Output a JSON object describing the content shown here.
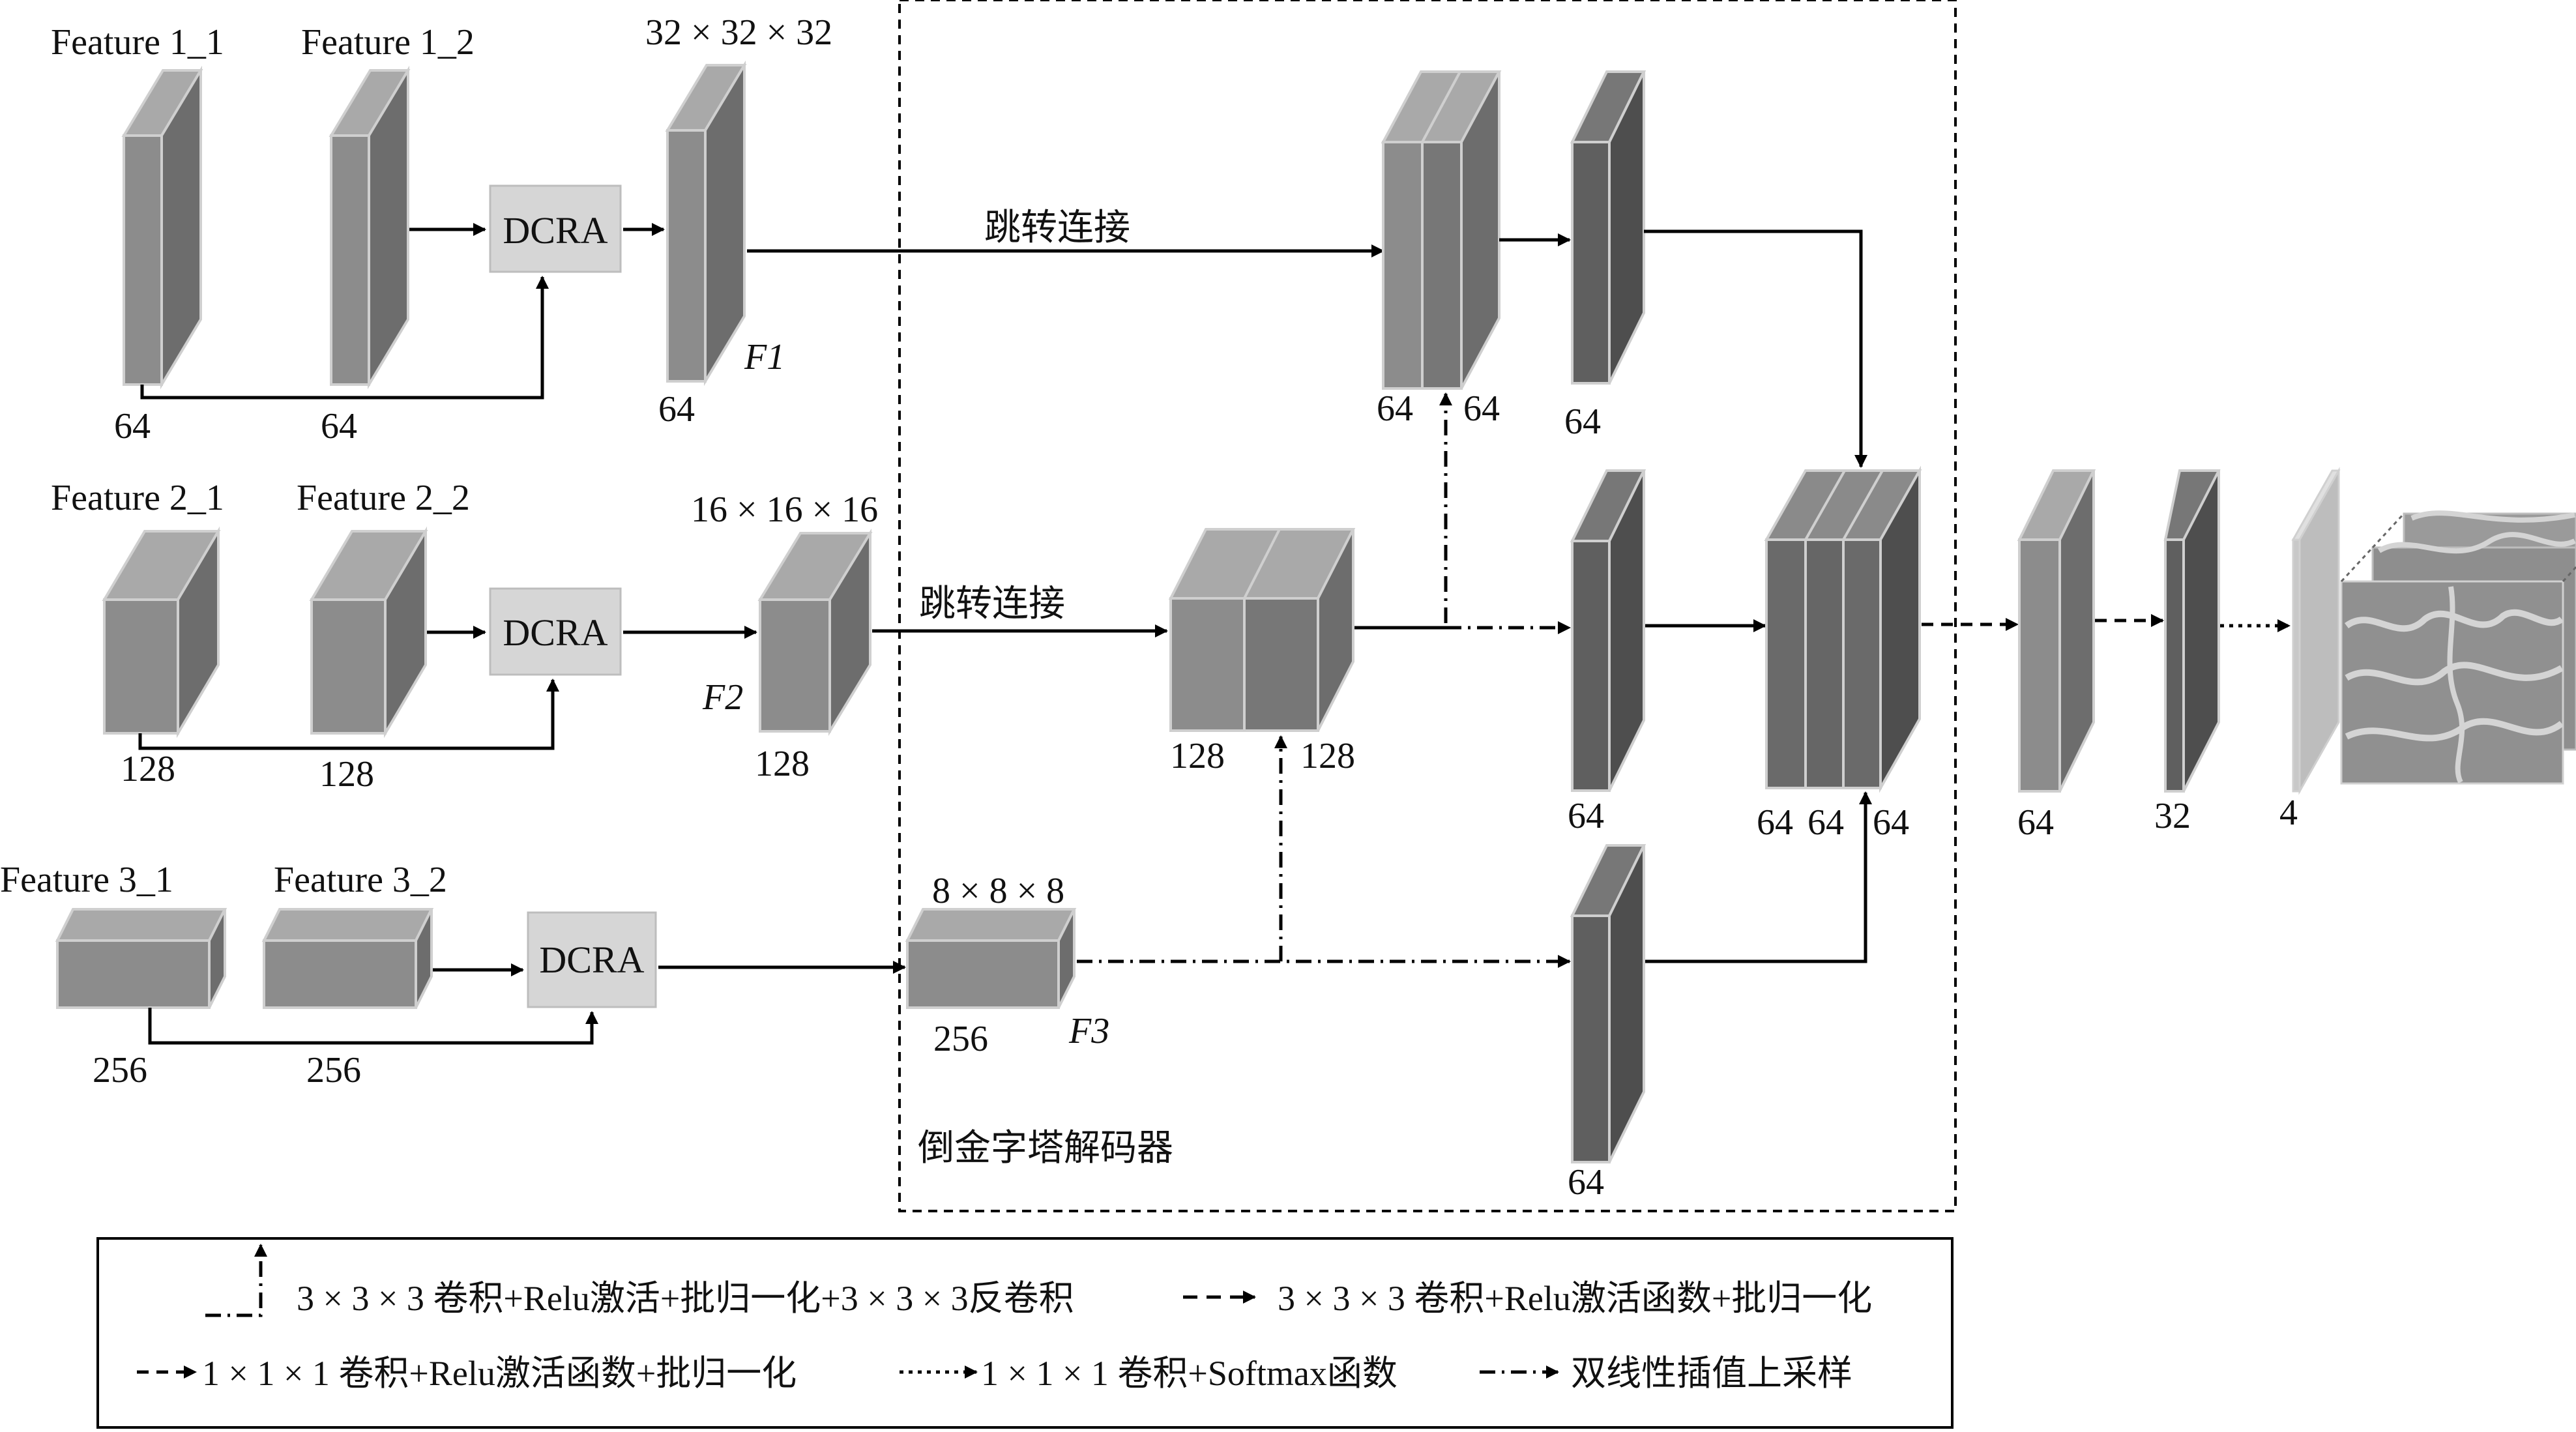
{
  "features": {
    "f1_1": "Feature 1_1",
    "f1_2": "Feature 1_2",
    "f2_1": "Feature 2_1",
    "f2_2": "Feature 2_2",
    "f3_1": "Feature 3_1",
    "f3_2": "Feature 3_2"
  },
  "dcra_label": "DCRA",
  "sizes": {
    "s1": "32 × 32 × 32",
    "s2": "16 × 16 × 16",
    "s3": "8 × 8 × 8"
  },
  "f_labels": {
    "f1": "F1",
    "f2": "F2",
    "f3": "F3"
  },
  "channels": {
    "c64": "64",
    "c128": "128",
    "c256": "256",
    "c32": "32",
    "c4": "4"
  },
  "skip_connection": "跳转连接",
  "decoder_title": "倒金字塔解码器",
  "legend": {
    "item1": "3 × 3 × 3 卷积+Relu激活+批归一化+3 × 3 × 3反卷积",
    "item2": "3 × 3 × 3 卷积+Relu激活函数+批归一化",
    "item3": "1 × 1 × 1 卷积+Relu激活函数+批归一化",
    "item4": "1 × 1 × 1 卷积+Softmax函数",
    "item5": "双线性插值上采样"
  },
  "colors": {
    "block_light": "#8c8c8c",
    "block_mid": "#777777",
    "block_dark": "#5f5f5f",
    "dcra_fill": "#d6d6d6",
    "output_fill": "#c8c8c8"
  }
}
